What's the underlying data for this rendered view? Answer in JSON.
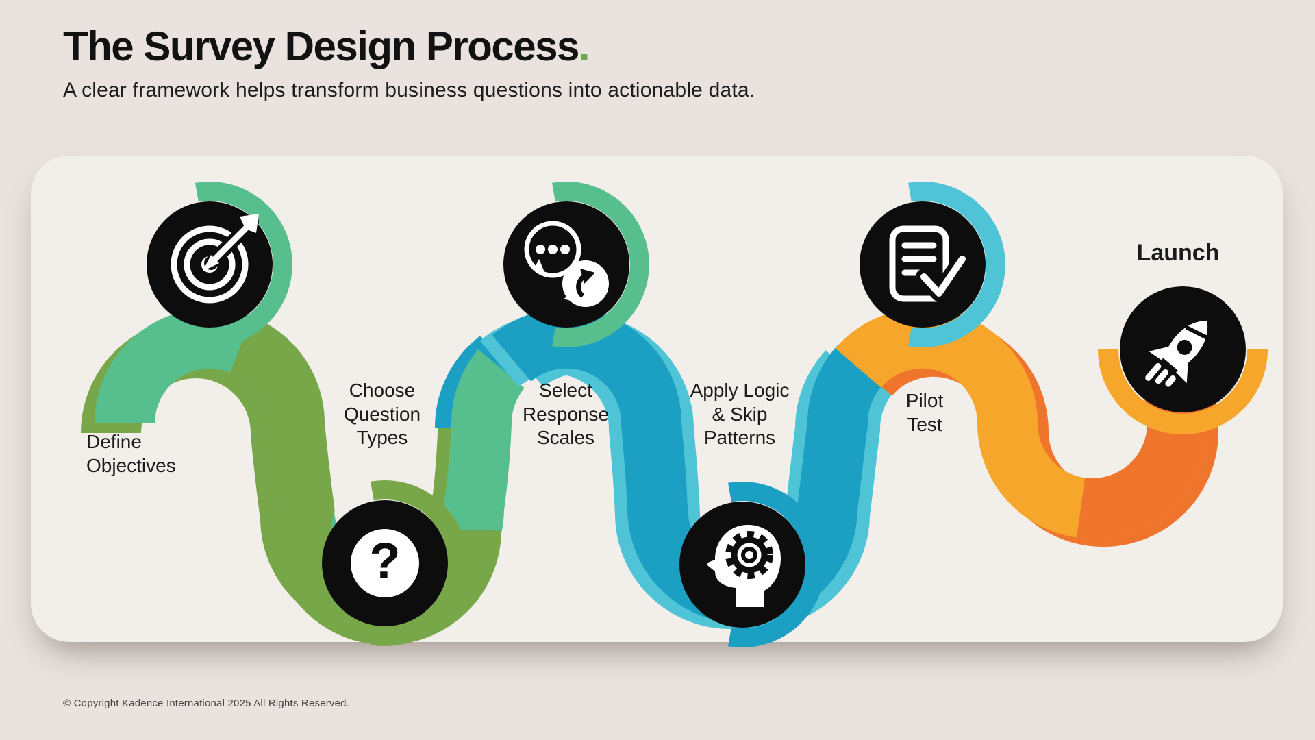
{
  "header": {
    "title": "The Survey Design Process",
    "title_period": ".",
    "subtitle": "A clear framework helps transform business questions into actionable data."
  },
  "steps": [
    {
      "id": 1,
      "label": "Define\nObjectives",
      "icon": "target-icon"
    },
    {
      "id": 2,
      "label": "Choose\nQuestion\nTypes",
      "icon": "question-mark-icon"
    },
    {
      "id": 3,
      "label": "Select\nResponse\nScales",
      "icon": "speech-bubbles-icon"
    },
    {
      "id": 4,
      "label": "Apply Logic\n& Skip\nPatterns",
      "icon": "head-gear-icon"
    },
    {
      "id": 5,
      "label": "Pilot\nTest",
      "icon": "document-check-icon"
    },
    {
      "id": 6,
      "label": "Launch",
      "icon": "rocket-icon"
    }
  ],
  "footer": {
    "copyright": "© Copyright Kadence International 2025 All Rights Reserved."
  },
  "colors": {
    "page_background": "#E9E2DE",
    "card_background": "#F2EEE9",
    "accent_green_light": "#57BE8E",
    "accent_green_dark": "#77A748",
    "accent_teal_dark": "#1B9FC2",
    "accent_teal_light": "#4FC4D7",
    "accent_orange_light": "#F6A72B",
    "accent_orange_dark": "#F0752C",
    "node_black": "#0D0D0D",
    "title_dot_green": "#6CA851"
  }
}
